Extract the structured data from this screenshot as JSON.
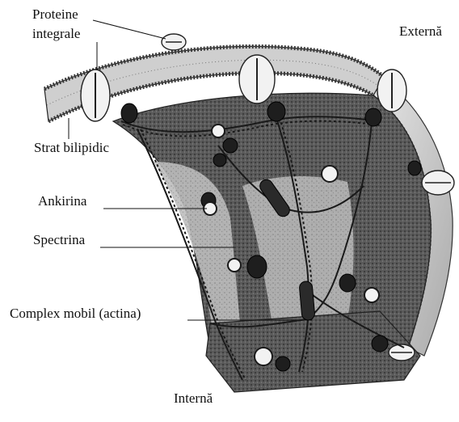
{
  "labels": {
    "integral_proteins_line1": "Proteine",
    "integral_proteins_line2": "integrale",
    "external": "Externă",
    "lipid_bilayer": "Strat bilipidic",
    "ankyrin": "Ankirina",
    "spectrin": "Spectrina",
    "actin_complex": "Complex mobil (actina)",
    "internal": "Internă"
  },
  "colors": {
    "ink": "#111111",
    "dark_stipple": "#4a4a4a",
    "mid_gray": "#8a8a8a",
    "light_gray": "#d2d2d2",
    "protein_fill": "#f2f2f2"
  }
}
